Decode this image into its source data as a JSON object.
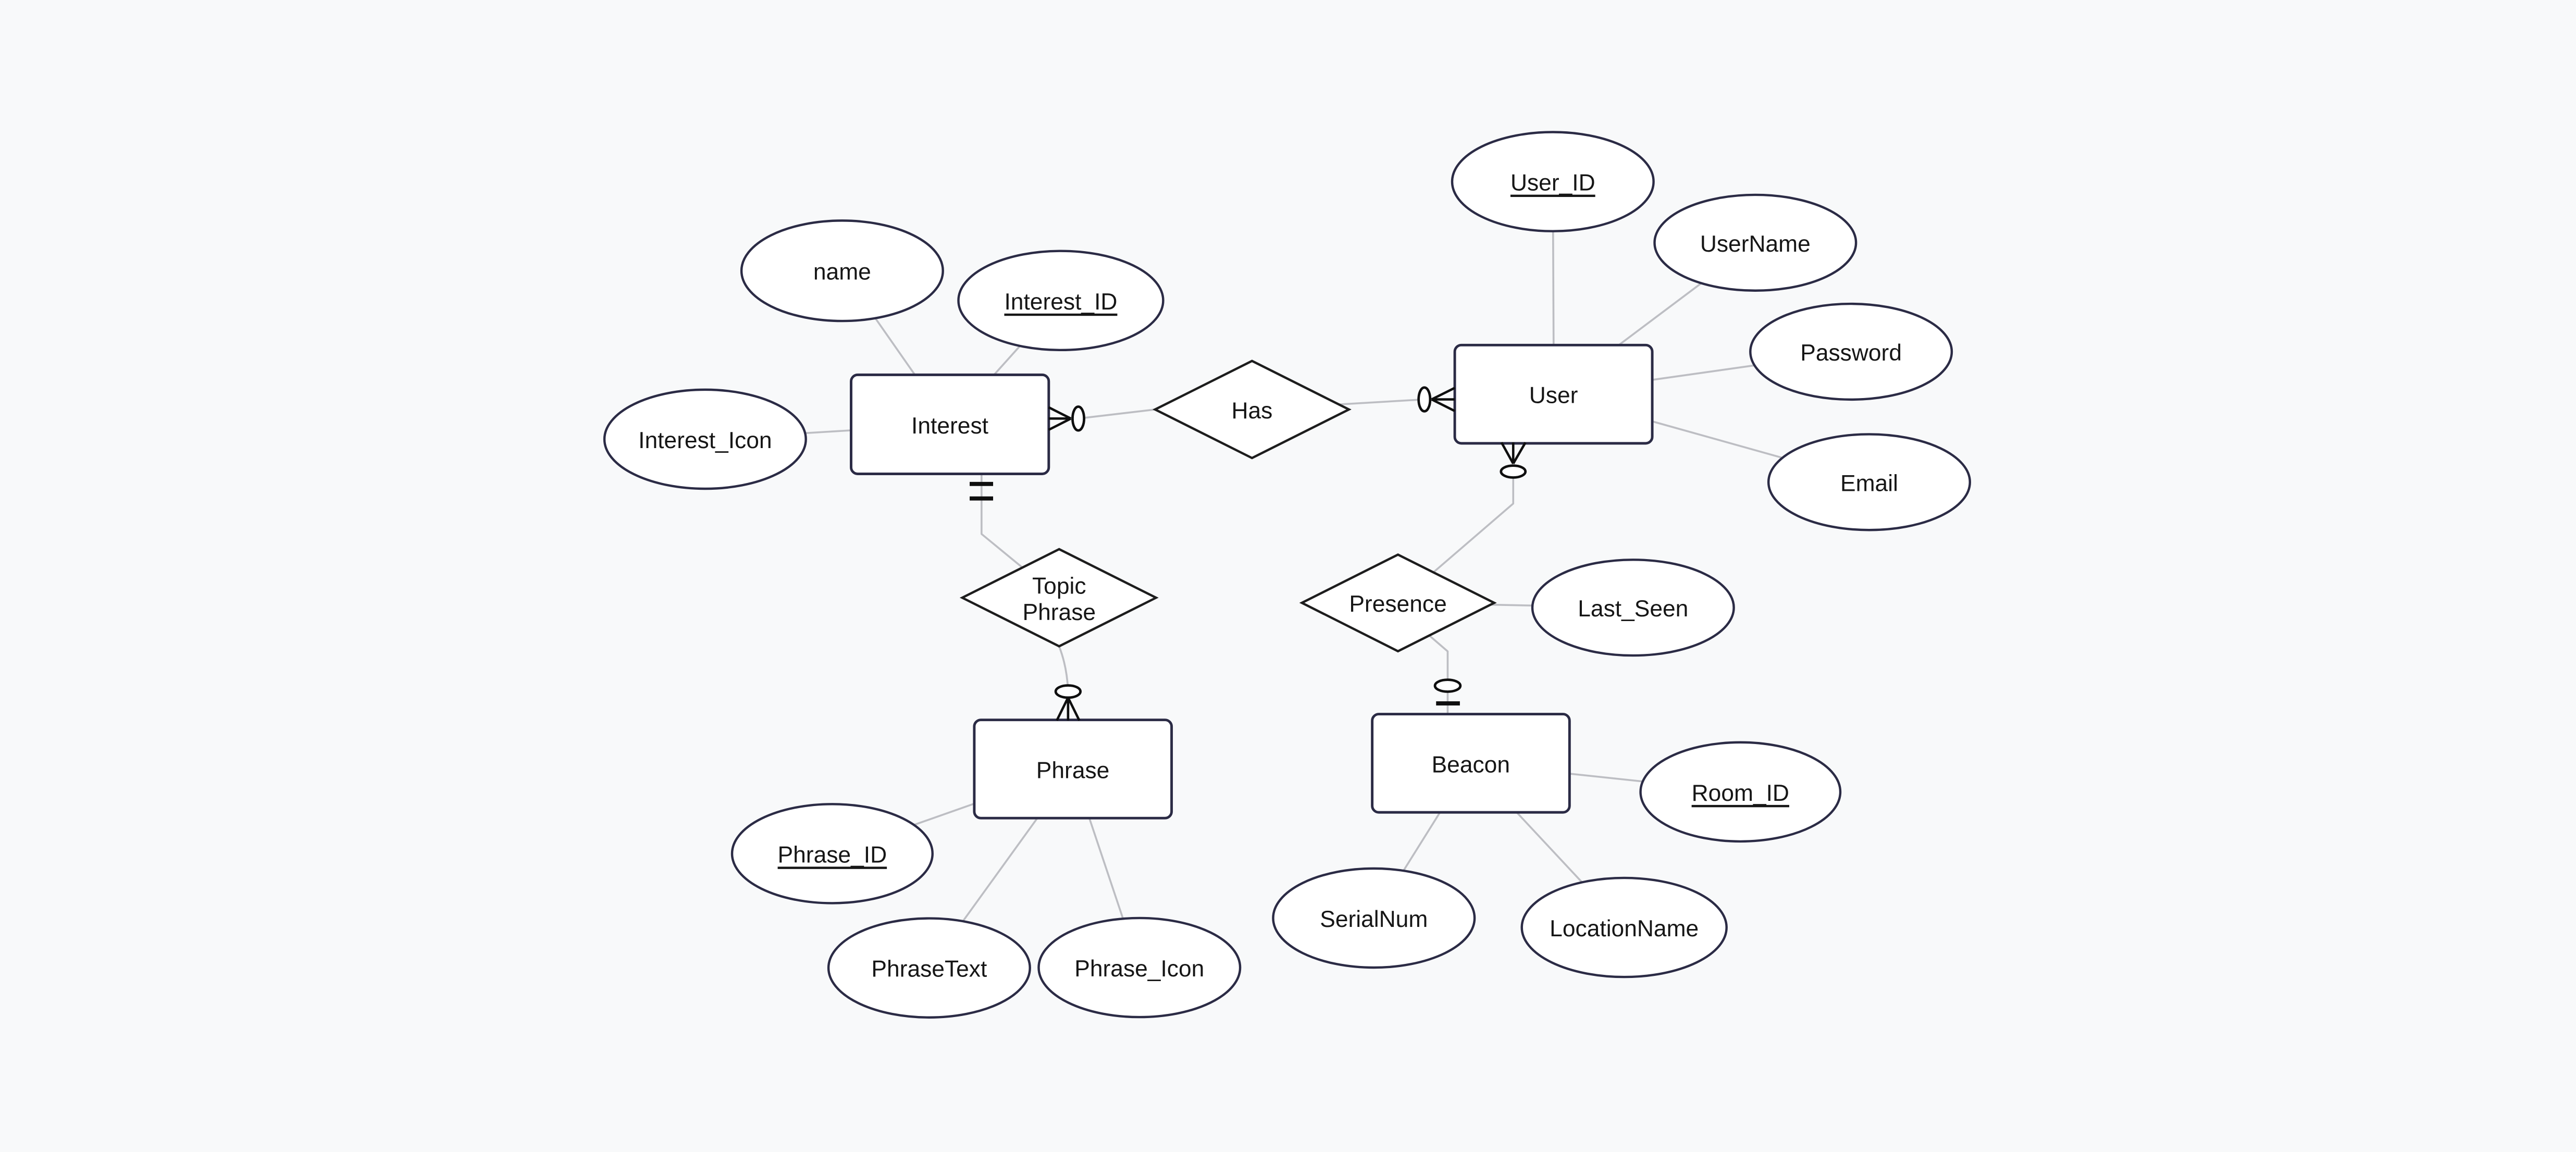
{
  "er": {
    "colors": {
      "background": "#f8f9fa",
      "shape_fill": "#ffffff",
      "entity_stroke": "#2b2b45",
      "diamond_stroke": "#1d1d1d",
      "connector": "#bdbec3",
      "glyph": "#0f0f0f",
      "text": "#161616"
    },
    "entities": {
      "interest": {
        "label": "Interest"
      },
      "user": {
        "label": "User"
      },
      "phrase": {
        "label": "Phrase"
      },
      "beacon": {
        "label": "Beacon"
      }
    },
    "relationships": {
      "has": {
        "label": "Has"
      },
      "topic_phrase": {
        "lines": [
          "Topic",
          "Phrase"
        ]
      },
      "presence": {
        "label": "Presence"
      }
    },
    "attributes": {
      "name": {
        "label": "name",
        "primary_key": false,
        "entity": "Interest"
      },
      "interest_id": {
        "label": "Interest_ID",
        "primary_key": true,
        "entity": "Interest"
      },
      "interest_icon": {
        "label": "Interest_Icon",
        "primary_key": false,
        "entity": "Interest"
      },
      "user_id": {
        "label": "User_ID",
        "primary_key": true,
        "entity": "User"
      },
      "username": {
        "label": "UserName",
        "primary_key": false,
        "entity": "User"
      },
      "password": {
        "label": "Password",
        "primary_key": false,
        "entity": "User"
      },
      "email": {
        "label": "Email",
        "primary_key": false,
        "entity": "User"
      },
      "last_seen": {
        "label": "Last_Seen",
        "primary_key": false,
        "entity": "Presence relationship"
      },
      "phrase_id": {
        "label": "Phrase_ID",
        "primary_key": true,
        "entity": "Phrase"
      },
      "phrase_text": {
        "label": "PhraseText",
        "primary_key": false,
        "entity": "Phrase"
      },
      "phrase_icon": {
        "label": "Phrase_Icon",
        "primary_key": false,
        "entity": "Phrase"
      },
      "room_id": {
        "label": "Room_ID",
        "primary_key": true,
        "entity": "Beacon"
      },
      "serial_num": {
        "label": "SerialNum",
        "primary_key": false,
        "entity": "Beacon"
      },
      "location_name": {
        "label": "LocationName",
        "primary_key": false,
        "entity": "Beacon"
      }
    },
    "connections": {
      "interest_has": {
        "glyph": "crow-foot-circle",
        "meaning_side": "Interest"
      },
      "has_user": {
        "glyph": "crow-foot-circle",
        "meaning_side": "User"
      },
      "interest_topic_phrase": {
        "glyph": "double-bar",
        "meaning_side": "Interest"
      },
      "topic_phrase_phrase": {
        "glyph": "circle-crow-foot",
        "meaning_side": "Phrase"
      },
      "user_presence": {
        "glyph": "crow-foot-circle",
        "meaning_side": "User"
      },
      "presence_beacon": {
        "glyph": "circle-single-bar",
        "meaning_side": "Beacon"
      },
      "presence_last_seen": {
        "glyph": "plain"
      }
    }
  }
}
